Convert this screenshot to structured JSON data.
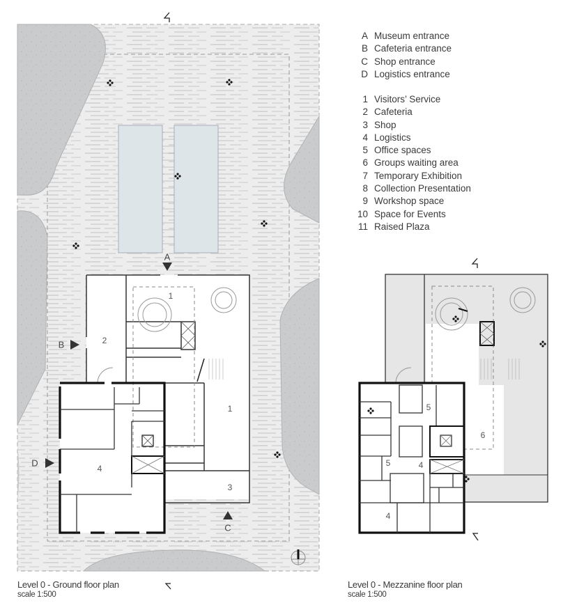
{
  "legend": {
    "entrances": [
      {
        "key": "A",
        "label": "Museum entrance"
      },
      {
        "key": "B",
        "label": "Cafeteria entrance"
      },
      {
        "key": "C",
        "label": "Shop entrance"
      },
      {
        "key": "D",
        "label": "Logistics entrance"
      }
    ],
    "spaces": [
      {
        "key": "1",
        "label": "Visitors’ Service"
      },
      {
        "key": "2",
        "label": "Cafeteria"
      },
      {
        "key": "3",
        "label": "Shop"
      },
      {
        "key": "4",
        "label": "Logistics"
      },
      {
        "key": "5",
        "label": "Office spaces"
      },
      {
        "key": "6",
        "label": "Groups waiting area"
      },
      {
        "key": "7",
        "label": "Temporary Exhibition"
      },
      {
        "key": "8",
        "label": "Collection Presentation"
      },
      {
        "key": "9",
        "label": "Workshop space"
      },
      {
        "key": "10",
        "label": "Space for Events"
      },
      {
        "key": "11",
        "label": "Raised Plaza"
      }
    ]
  },
  "ground_plan": {
    "title": "Level 0 - Ground floor plan",
    "scale": "scale 1:500",
    "entrance_labels": {
      "a": "A",
      "b": "B",
      "c": "C",
      "d": "D"
    },
    "room_labels": {
      "r1_top": "1",
      "r2": "2",
      "r1_right": "3",
      "r1_mid": "1",
      "r4": "4"
    }
  },
  "mezzanine_plan": {
    "title": "Level 0 - Mezzanine floor plan",
    "scale": "scale 1:500",
    "room_labels": {
      "r5_top": "5",
      "r6": "6",
      "r5_mid": "5",
      "r4_mid": "4",
      "r4_bottom": "4"
    }
  },
  "colors": {
    "paving": "#ececec",
    "paving_line": "#d2d2d2",
    "grass": "#c9cbcd",
    "pool": "#dde5e9",
    "wall": "#111111",
    "mezzanine_void": "#e6e6e6"
  }
}
